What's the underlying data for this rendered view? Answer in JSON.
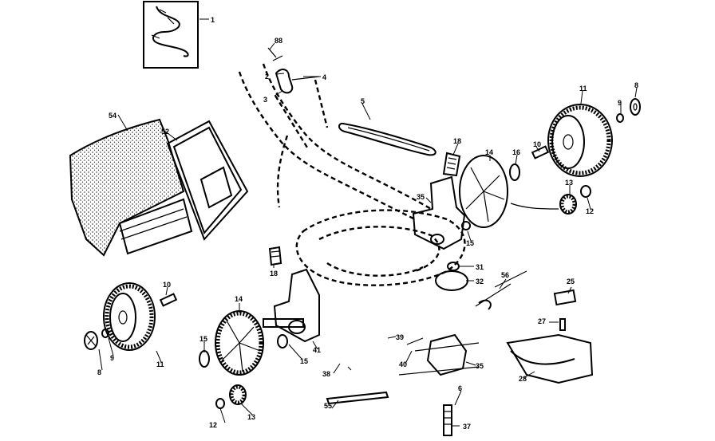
{
  "callouts": [
    {
      "id": "c1",
      "text": "1"
    },
    {
      "id": "c2",
      "text": "2"
    },
    {
      "id": "c3",
      "text": "3"
    },
    {
      "id": "c4",
      "text": "4"
    },
    {
      "id": "c5",
      "text": "5"
    },
    {
      "id": "c8a",
      "text": "8"
    },
    {
      "id": "c8b",
      "text": "8"
    },
    {
      "id": "c9a",
      "text": "9"
    },
    {
      "id": "c9b",
      "text": "9"
    },
    {
      "id": "c10a",
      "text": "10"
    },
    {
      "id": "c10b",
      "text": "10"
    },
    {
      "id": "c11a",
      "text": "11"
    },
    {
      "id": "c11b",
      "text": "11"
    },
    {
      "id": "c12a",
      "text": "12"
    },
    {
      "id": "c12b",
      "text": "12"
    },
    {
      "id": "c13a",
      "text": "13"
    },
    {
      "id": "c13b",
      "text": "13"
    },
    {
      "id": "c14a",
      "text": "14"
    },
    {
      "id": "c14b",
      "text": "14"
    },
    {
      "id": "c15a",
      "text": "15"
    },
    {
      "id": "c15b",
      "text": "15"
    },
    {
      "id": "c15c",
      "text": "15"
    },
    {
      "id": "c16",
      "text": "16"
    },
    {
      "id": "c18a",
      "text": "18"
    },
    {
      "id": "c18b",
      "text": "18"
    },
    {
      "id": "c25",
      "text": "25"
    },
    {
      "id": "c27",
      "text": "27"
    },
    {
      "id": "c28",
      "text": "28"
    },
    {
      "id": "c31",
      "text": "31"
    },
    {
      "id": "c32",
      "text": "32"
    },
    {
      "id": "c35a",
      "text": "35"
    },
    {
      "id": "c35b",
      "text": "35"
    },
    {
      "id": "c37",
      "text": "37"
    },
    {
      "id": "c38",
      "text": "38"
    },
    {
      "id": "c39",
      "text": "39"
    },
    {
      "id": "c40",
      "text": "40"
    },
    {
      "id": "c41",
      "text": "41"
    },
    {
      "id": "c52",
      "text": "52"
    },
    {
      "id": "c54",
      "text": "54"
    },
    {
      "id": "c55",
      "text": "55"
    },
    {
      "id": "c56",
      "text": "56"
    },
    {
      "id": "c6",
      "text": "6"
    },
    {
      "id": "c88",
      "text": "88"
    }
  ]
}
